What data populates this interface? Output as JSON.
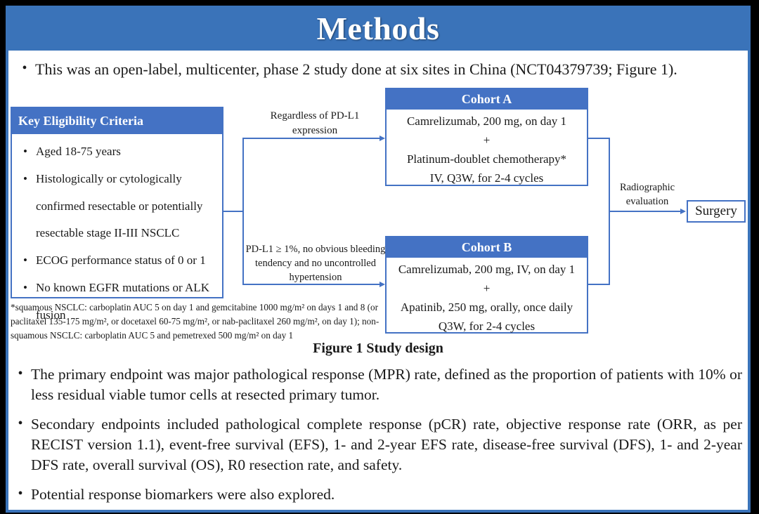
{
  "slide": {
    "title": "Methods",
    "intro_bullet": "This was an open-label, multicenter, phase 2 study done at six sites in China (NCT04379739; Figure 1).",
    "figure": {
      "eligibility": {
        "header": "Key  Eligibility Criteria",
        "items": [
          "Aged 18-75 years",
          "Histologically or cytologically confirmed resectable or potentially resectable stage II-III NSCLC",
          "ECOG performance status of 0 or 1",
          "No known EGFR mutations or ALK fusion"
        ]
      },
      "branch_top_label": "Regardless of PD-L1 expression",
      "branch_bottom_label": "PD-L1 ≥ 1%, no obvious bleeding tendency and no uncontrolled hypertension",
      "cohort_a": {
        "header": "Cohort A",
        "lines": [
          "Camrelizumab, 200 mg, on day 1",
          "+",
          "Platinum-doublet chemotherapy*",
          "IV, Q3W, for 2-4 cycles"
        ]
      },
      "cohort_b": {
        "header": "Cohort B",
        "lines": [
          "Camrelizumab, 200 mg, IV, on day 1",
          "+",
          "Apatinib, 250 mg, orally, once daily",
          "Q3W, for 2-4 cycles"
        ]
      },
      "evaluation_label": "Radiographic evaluation",
      "surgery_label": "Surgery",
      "footnote": "*squamous NSCLC: carboplatin AUC 5 on day 1 and gemcitabine 1000 mg/m² on days 1 and 8 (or paclitaxel 135-175 mg/m², or docetaxel 60-75 mg/m², or nab-paclitaxel 260 mg/m², on day 1); non-squamous NSCLC: carboplatin AUC 5 and pemetrexed 500 mg/m² on day 1",
      "caption": "Figure 1 Study design"
    },
    "bullets": [
      "The primary endpoint was major pathological response (MPR) rate, defined as the proportion of patients with 10% or less residual viable tumor cells at resected primary tumor.",
      "Secondary endpoints included pathological complete response (pCR) rate, objective response rate (ORR, as per RECIST version 1.1), event-free survival (EFS), 1- and 2-year EFS rate, disease-free survival (DFS), 1- and 2-year DFS rate, overall survival (OS), R0 resection rate, and safety.",
      "Potential response biomarkers were also explored."
    ],
    "bullet_marker": "•",
    "colors": {
      "title_band": "#3a73b9",
      "box_header": "#4472c4",
      "line_blue": "#4472c4"
    }
  }
}
